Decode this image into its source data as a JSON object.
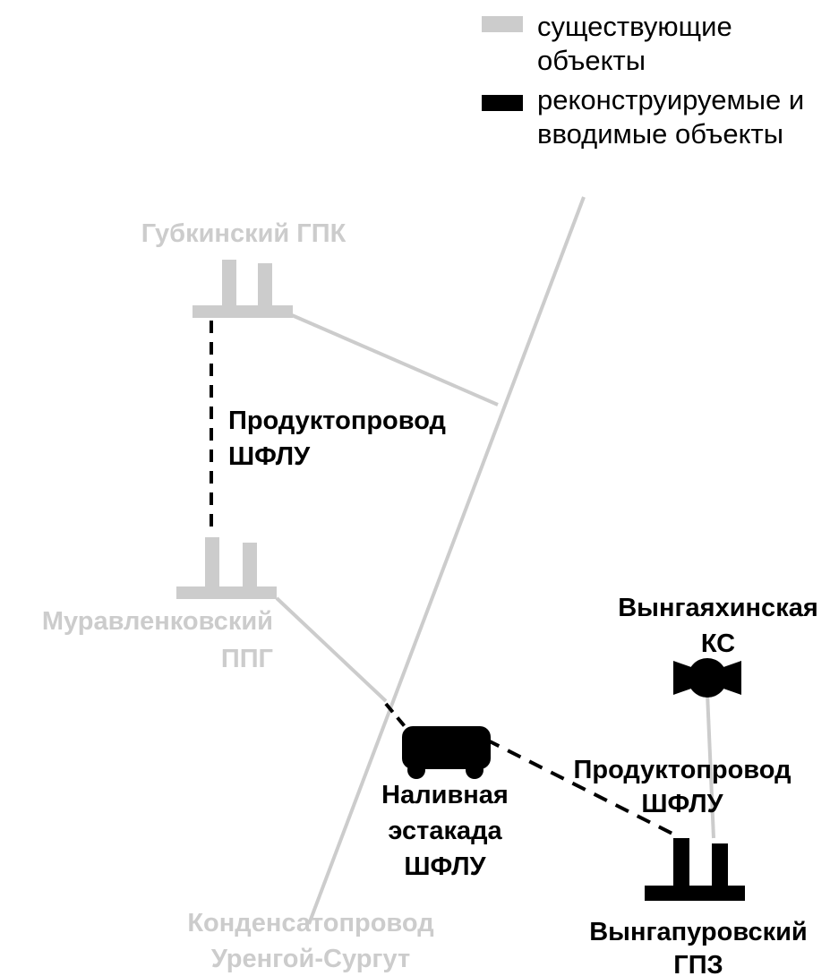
{
  "colors": {
    "existing": "#cccccc",
    "new": "#000000",
    "background": "#ffffff"
  },
  "legend": {
    "existing_line1": "существующие",
    "existing_line2": "объекты",
    "new_line1": "реконструируемые и",
    "new_line2": "вводимые объекты"
  },
  "nodes": {
    "gubkinsky": {
      "line1": "Губкинский ГПК",
      "icon": "plant-icon",
      "status": "existing"
    },
    "muravlenkovsky": {
      "line1": "Муравленковский",
      "line2": "ППГ",
      "icon": "plant-icon",
      "status": "existing"
    },
    "vyngayakhinskaya": {
      "line1": "Вынгаяхинская",
      "line2": "КС",
      "icon": "compressor-station-icon",
      "status": "new"
    },
    "estakada": {
      "line1": "Наливная",
      "line2": "эстакада",
      "line3": "ШФЛУ",
      "icon": "rail-tank-car-icon",
      "status": "new"
    },
    "vyngapurovsky": {
      "line1": "Вынгапуровский",
      "line2": "ГПЗ",
      "icon": "plant-icon",
      "status": "new"
    }
  },
  "pipelines": {
    "upper": {
      "line1": "Продуктопровод",
      "line2": "ШФЛУ"
    },
    "lower": {
      "line1": "Продуктопровод",
      "line2": "ШФЛУ"
    },
    "condensate": {
      "line1": "Конденсатопровод",
      "line2": "Уренгой-Сургут"
    }
  }
}
